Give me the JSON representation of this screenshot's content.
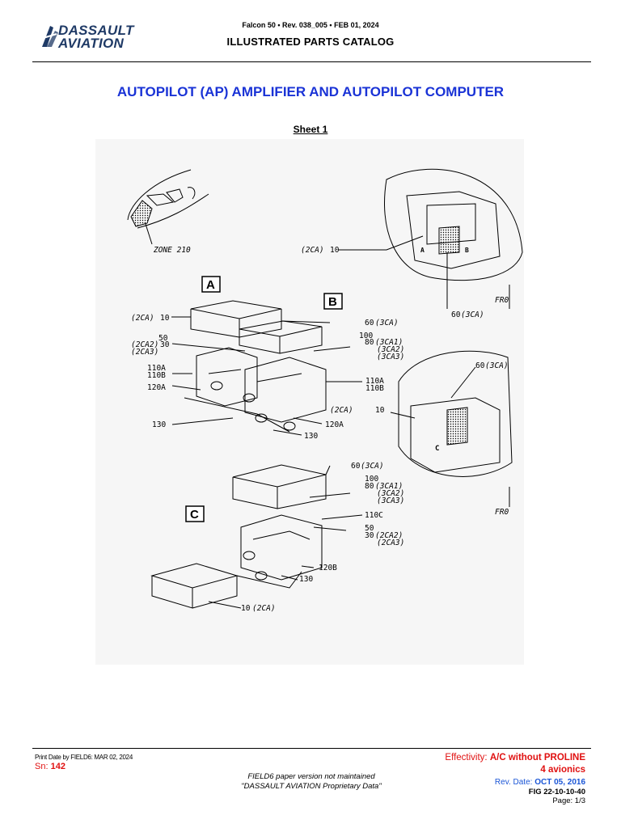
{
  "header": {
    "logo_line1": "DASSAULT",
    "logo_line2": "AVIATION",
    "doc_info": "Falcon 50 • Rev. 038_005 • FEB 01, 2024",
    "catalog": "ILLUSTRATED PARTS CATALOG"
  },
  "title": "AUTOPILOT (AP) AMPLIFIER AND AUTOPILOT COMPUTER",
  "sheet": "Sheet 1",
  "figure": {
    "zone": "ZONE 210",
    "view_a": "A",
    "view_b": "B",
    "view_c": "C",
    "callout_a": "A",
    "callout_b": "B",
    "callout_c": "C",
    "fr0_top": "FR0",
    "fr0_bottom": "FR0",
    "labels": {
      "l_2ca10_top_num": "(2CA)",
      "l_2ca10_top_val": "10",
      "l_60_3ca_top_num": "60",
      "l_60_3ca_top_val": "(3CA)",
      "l_2ca10_a_num": "(2CA)",
      "l_2ca10_a_val": "10",
      "l_60_3ca_b_num": "60",
      "l_60_3ca_b_val": "(3CA)",
      "l_50": "50",
      "l_2ca2_30": "(2CA2)",
      "l_30": "30",
      "l_2ca3": "(2CA3)",
      "l_100": "100",
      "l_80": "80",
      "l_3ca1": "(3CA1)",
      "l_3ca2": "(3CA2)",
      "l_3ca3": "(3CA3)",
      "l_110a_l": "110A",
      "l_110b_l": "110B",
      "l_120a_l": "120A",
      "l_110a_r": "110A",
      "l_110b_r": "110B",
      "l_130_l": "130",
      "l_120a_r": "120A",
      "l_130_r": "130",
      "l_60_3ca_mid_num": "60",
      "l_60_3ca_mid_val": "(3CA)",
      "l_2ca10_mid_num": "(2CA)",
      "l_2ca10_mid_val": "10",
      "l_60_3ca_c_num": "60",
      "l_60_3ca_c_val": "(3CA)",
      "l_100_c": "100",
      "l_80_c": "80",
      "l_3ca1_c": "(3CA1)",
      "l_3ca2_c": "(3CA2)",
      "l_3ca3_c": "(3CA3)",
      "l_110c": "110C",
      "l_50_c": "50",
      "l_30_c": "30",
      "l_2ca2_c": "(2CA2)",
      "l_2ca3_c": "(2CA3)",
      "l_120b": "120B",
      "l_130_c": "130",
      "l_10_c_num": "10",
      "l_10_c_val": "(2CA)"
    }
  },
  "footer": {
    "print_date": "Print Date by FIELD6: MAR 02, 2024",
    "sn_label": "Sn:",
    "sn_value": "142",
    "note_line1": "FIELD6 paper version not maintained",
    "note_line2": "\"DASSAULT AVIATION Proprietary Data\"",
    "effectivity_label": "Effectivity:",
    "effectivity_value_1": "A/C without PROLINE",
    "effectivity_value_2": "4 avionics",
    "rev_date_label": "Rev. Date:",
    "rev_date_value": "OCT 05, 2016",
    "fig": "FIG 22-10-10-40",
    "page": "Page: 1/3"
  }
}
